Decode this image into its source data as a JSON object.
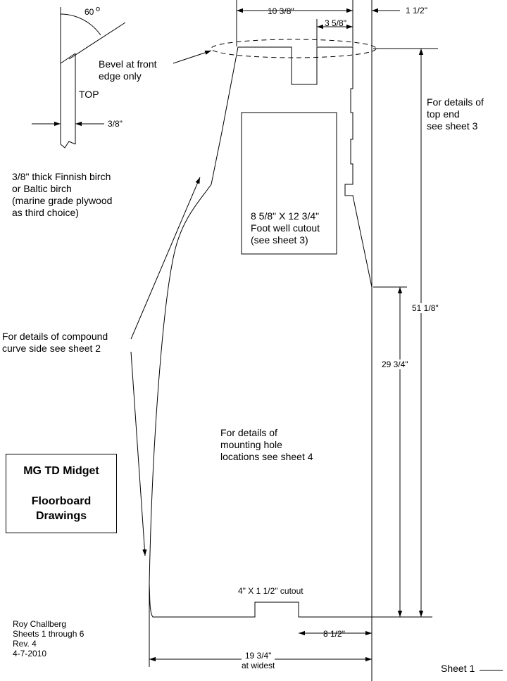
{
  "notes": {
    "angle": "60",
    "angle_degree": "o",
    "bevel": "Bevel at front\nedge only",
    "top": "TOP",
    "edge_thickness": "3/8\"",
    "material": "3/8\" thick Finnish birch\nor Baltic birch\n(marine grade plywood\nas third choice)",
    "compound_curve": "For details of compound\ncurve side see sheet 2",
    "top_end": "For details of\ntop end\nsee sheet 3",
    "foot_well": "8 5/8\" X 12 3/4\"\nFoot well cutout\n(see sheet 3)",
    "mounting_holes": "For details of\nmounting hole\nlocations see sheet 4",
    "bottom_cutout": "4\" X 1 1/2\" cutout"
  },
  "dimensions": {
    "top_width": "10 3/8\"",
    "notch_width": "3 5/8\"",
    "edge_offset": "1 1/2\"",
    "total_height": "51 1/8\"",
    "lower_height": "29 3/4\"",
    "bottom_offset": "8 1/2\"",
    "widest": "19 3/4\"\nat widest"
  },
  "title_block": {
    "line1": "MG TD Midget",
    "line2": "Floorboard",
    "line3": "Drawings"
  },
  "author": "Roy Challberg\nSheets 1 through 6\nRev. 4\n4-7-2010",
  "sheet": "Sheet 1"
}
